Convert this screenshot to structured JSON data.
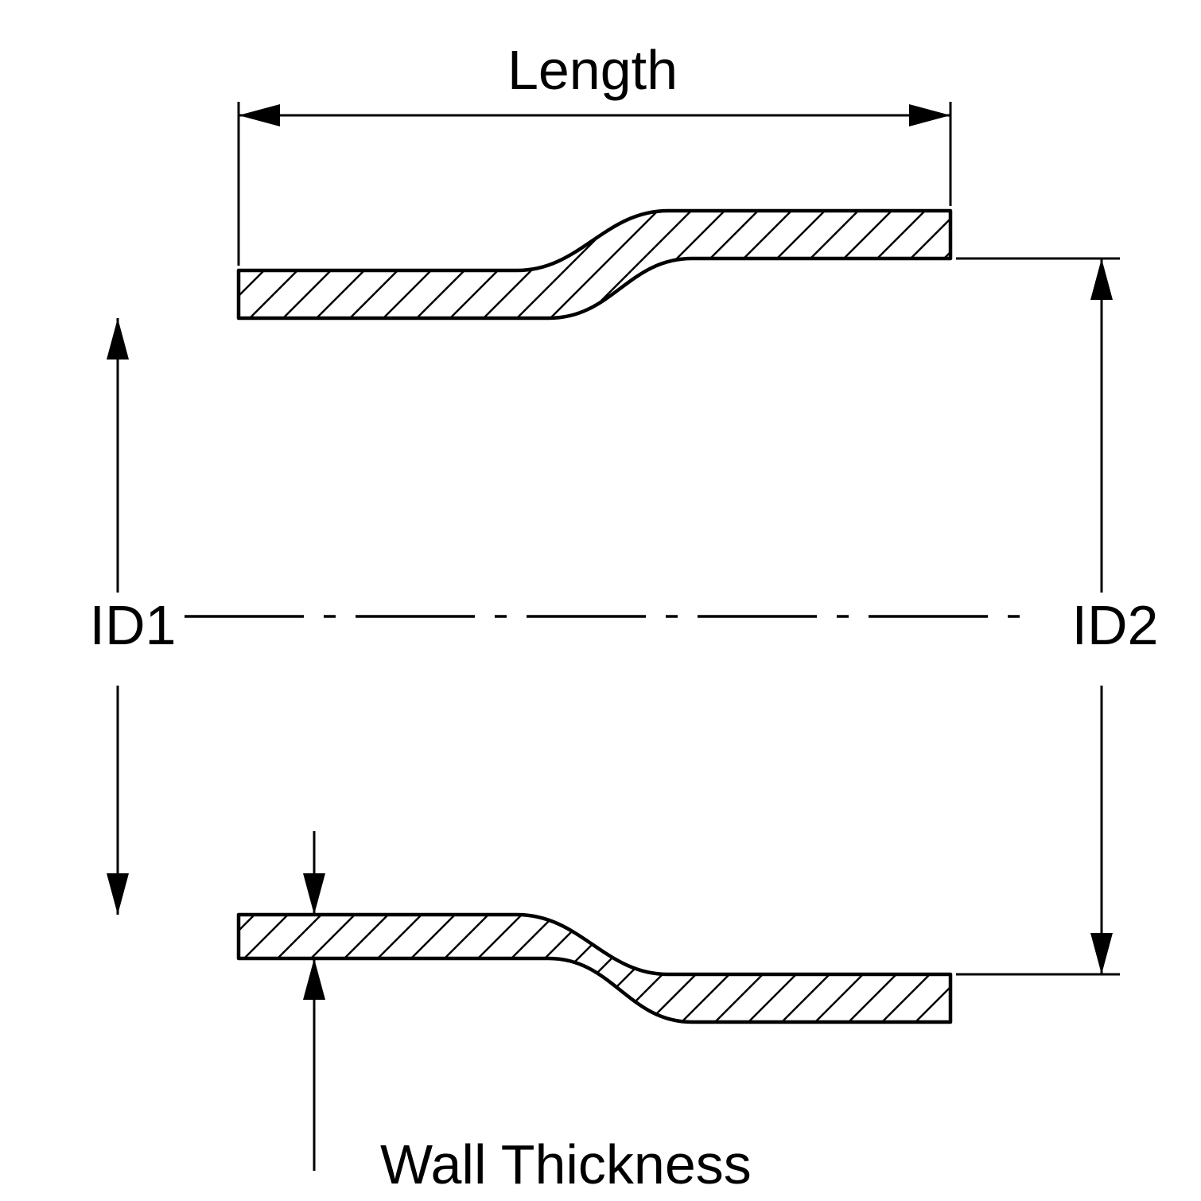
{
  "diagram": {
    "type": "technical-drawing",
    "subject": "reducer-coupler-cross-section",
    "labels": {
      "length": "Length",
      "id1": "ID1",
      "id2": "ID2",
      "wall_thickness": "Wall Thickness"
    },
    "colors": {
      "line": "#000000",
      "background": "#ffffff"
    }
  }
}
